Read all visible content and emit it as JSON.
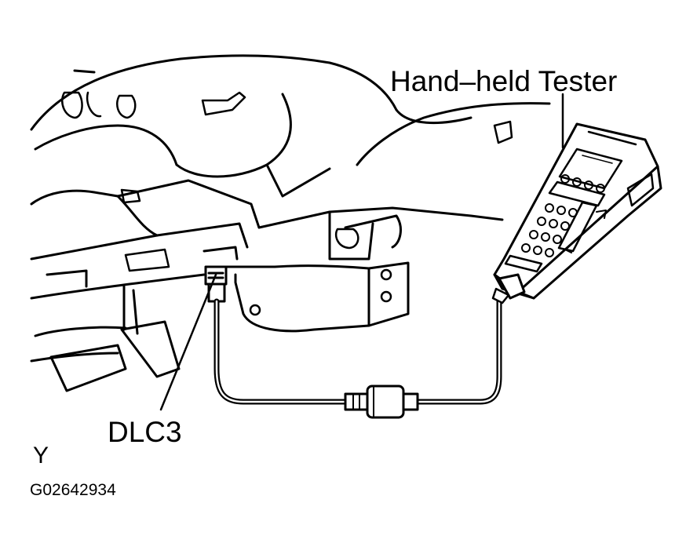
{
  "labels": {
    "tester": "Hand–held Tester",
    "connector": "DLC3",
    "view_marker": "Y",
    "figure_id": "G02642934"
  },
  "colors": {
    "line": "#000000",
    "background": "#ffffff"
  }
}
